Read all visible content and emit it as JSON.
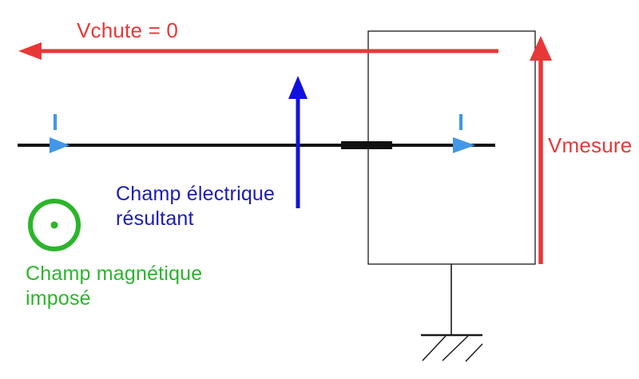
{
  "diagram": {
    "title": "Hall effect measurement schematic",
    "labels": {
      "vchute": "Vchute = 0",
      "vmesure": "Vmesure",
      "champ_electrique": "Champ électrique\nrésultant",
      "champ_magnetique": "Champ magnétique\nimposé",
      "current_left": "I",
      "current_right": "I"
    },
    "colors": {
      "red": "#e83737",
      "blue_arrow": "#1111dd",
      "blue_text": "#1c1cb4",
      "green": "#2bb52b",
      "light_blue": "#4297e8",
      "black": "#111111"
    }
  }
}
